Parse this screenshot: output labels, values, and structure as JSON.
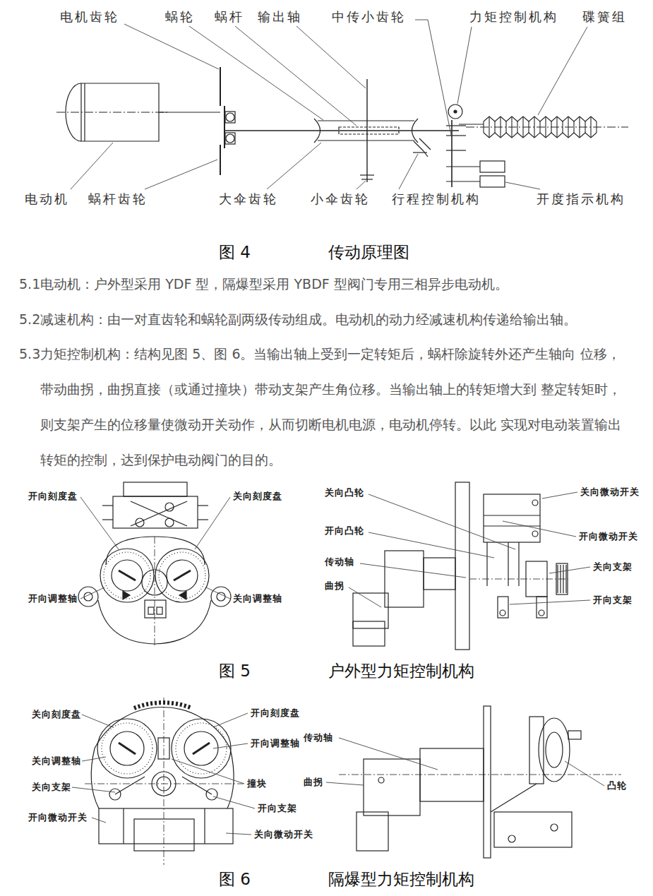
{
  "diagram": {
    "labels": [
      "电机齿轮",
      "蜗轮",
      "蜗杆",
      "输出轴",
      "中传小齿轮",
      "力矩控制机构",
      "碟簧组",
      "电动机",
      "蜗杆齿轮",
      "大伞齿轮",
      "小伞齿轮",
      "行程控制机构",
      "开度指示机构",
      "图 4",
      "传动原理图",
      "5.1电动机：户外型采用 YDF 型，隔爆型采用 YBDF 型阀门专用三相异步电动机。",
      "5.2减速机构：由一对直齿轮和蜗轮副两级传动组成。电动机的动力经减速机构传递给输出轴。",
      "5.3力矩控制机构：结构见图 5、图 6。当输出轴上受到一定转矩后，蜗杆除旋转外还产生轴向 位移，带动曲拐，曲拐直接（或通过撞块）带动支架产生角位移。当输出轴上的转矩增大到 整定转矩时，则支架产生的位移量使微动开关动作，从而切断电机电源，电动机停转。以此 实现对电动装置输出转矩的控制，达到保护电动阀门的目的。",
      "开向刻度盘",
      "关向刻度盘",
      "开向调整轴",
      "关向调整轴",
      "关向凸轮",
      "开向凸轮",
      "传动轴",
      "曲拐",
      "关向微动开关",
      "开向微动开关",
      "关向支架",
      "开向支架",
      "图 5",
      "户外型力矩控制机构",
      "关向刻度盘",
      "开向刻度盘",
      "关向调整轴",
      "开向调整轴",
      "关向支架",
      "撞块",
      "开向支架",
      "开向微动开关",
      "关向微动开关",
      "传动轴",
      "曲拐",
      "凸轮",
      "图 6",
      "隔爆型力矩控制机构"
    ]
  }
}
